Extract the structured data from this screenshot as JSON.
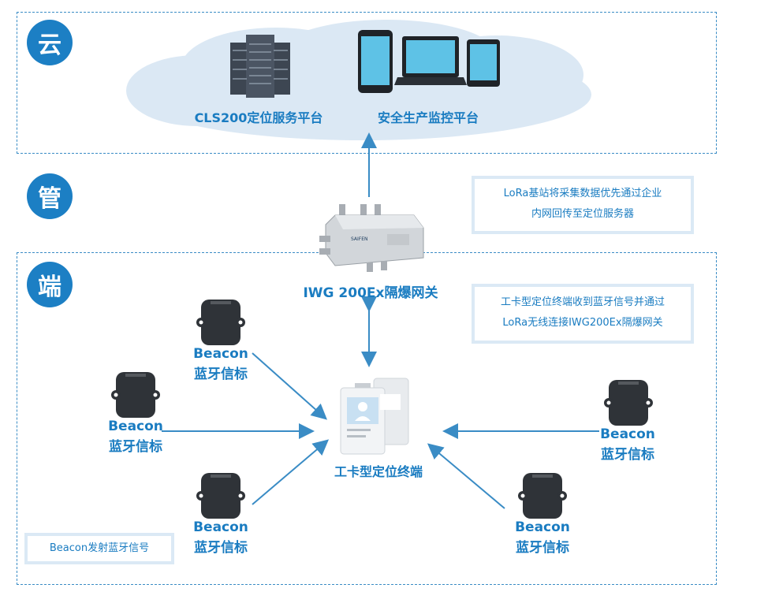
{
  "tiers": {
    "cloud": "云",
    "manage": "管",
    "edge": "端"
  },
  "cloud": {
    "server_label": "CLS200定位服务平台",
    "monitor_label": "安全生产监控平台"
  },
  "gateway": {
    "label": "IWG 200Ex隔爆网关",
    "device_text": "SAIFEN"
  },
  "notes": {
    "lora_line1": "LoRa基站将采集数据优先通过企业",
    "lora_line2": "内网回传至定位服务器",
    "card_line1": "工卡型定位终端收到蓝牙信号并通过",
    "card_line2": "LoRa无线连接IWG200Ex隔爆网关",
    "beacon_note": "Beacon发射蓝牙信号"
  },
  "terminal": {
    "label": "工卡型定位终端"
  },
  "beacons": [
    {
      "line1": "Beacon",
      "line2": "蓝牙信标"
    },
    {
      "line1": "Beacon",
      "line2": "蓝牙信标"
    },
    {
      "line1": "Beacon",
      "line2": "蓝牙信标"
    },
    {
      "line1": "Beacon",
      "line2": "蓝牙信标"
    },
    {
      "line1": "Beacon",
      "line2": "蓝牙信标"
    }
  ],
  "colors": {
    "accent": "#1a7cc1",
    "cloud": "#dbe8f4",
    "arrow": "#3a8cc5"
  }
}
